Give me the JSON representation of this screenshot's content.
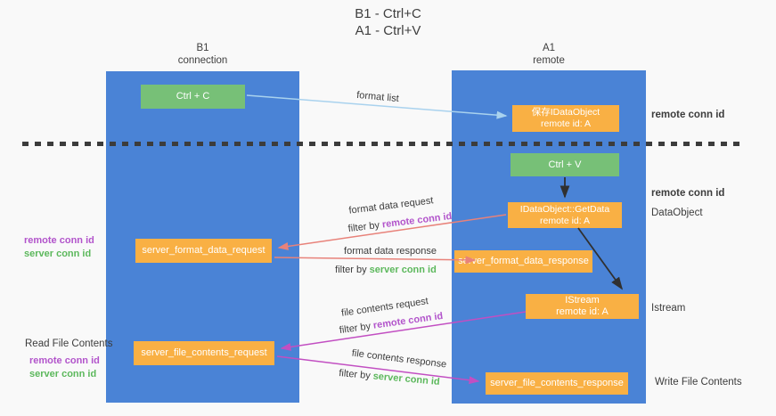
{
  "title": {
    "lines": [
      "B1 - Ctrl+C",
      "A1 - Ctrl+V"
    ]
  },
  "lanes": {
    "left": {
      "header": [
        "B1",
        "connection"
      ]
    },
    "right": {
      "header": [
        "A1",
        "remote"
      ]
    }
  },
  "boxes": {
    "ctrl_c": {
      "label": "Ctrl + C"
    },
    "ctrl_v": {
      "label": "Ctrl + V"
    },
    "save_idataobject": {
      "line1": "保存IDataObject",
      "line2": "remote id: A"
    },
    "getdata": {
      "line1": "IDataObject::GetData",
      "line2": "remote id: A"
    },
    "istream": {
      "line1": "IStream",
      "line2": "remote id: A"
    },
    "format_request": {
      "label": "server_format_data_request"
    },
    "format_response": {
      "label": "server_format_data_response"
    },
    "file_request": {
      "label": "server_file_contents_request"
    },
    "file_response": {
      "label": "server_file_contents_response"
    }
  },
  "arrow_labels": {
    "format_list": "format list",
    "format_data_request": "format data request",
    "format_data_response": "format data response",
    "file_contents_request": "file contents request",
    "file_contents_response": "file contents response",
    "filter_by": "filter by",
    "remote_conn_id": "remote conn id",
    "server_conn_id": "server conn id"
  },
  "side_labels": {
    "right_top_remote_conn_id": "remote conn id",
    "right_mid_remote_conn_id": "remote conn id",
    "dataobject": "DataObject",
    "istream": "Istream",
    "write_file_contents": "Write File Contents",
    "read_file_contents": "Read File Contents",
    "left_remote_conn_id": "remote conn id",
    "left_server_conn_id": "server conn id",
    "left_bottom_remote_conn_id": "remote conn id",
    "left_bottom_server_conn_id": "server conn id"
  },
  "colors": {
    "background": "#f9f9f9",
    "lane_blue": "#4a83d6",
    "box_green": "#77c077",
    "box_orange": "#f9b044",
    "arrow_light_blue": "#a9d2ee",
    "arrow_salmon": "#e8827a",
    "arrow_magenta": "#c24fc2",
    "arrow_black": "#303030",
    "text_purple": "#b254cb",
    "text_green": "#5cb85c",
    "text_dark": "#3c3c3c"
  }
}
